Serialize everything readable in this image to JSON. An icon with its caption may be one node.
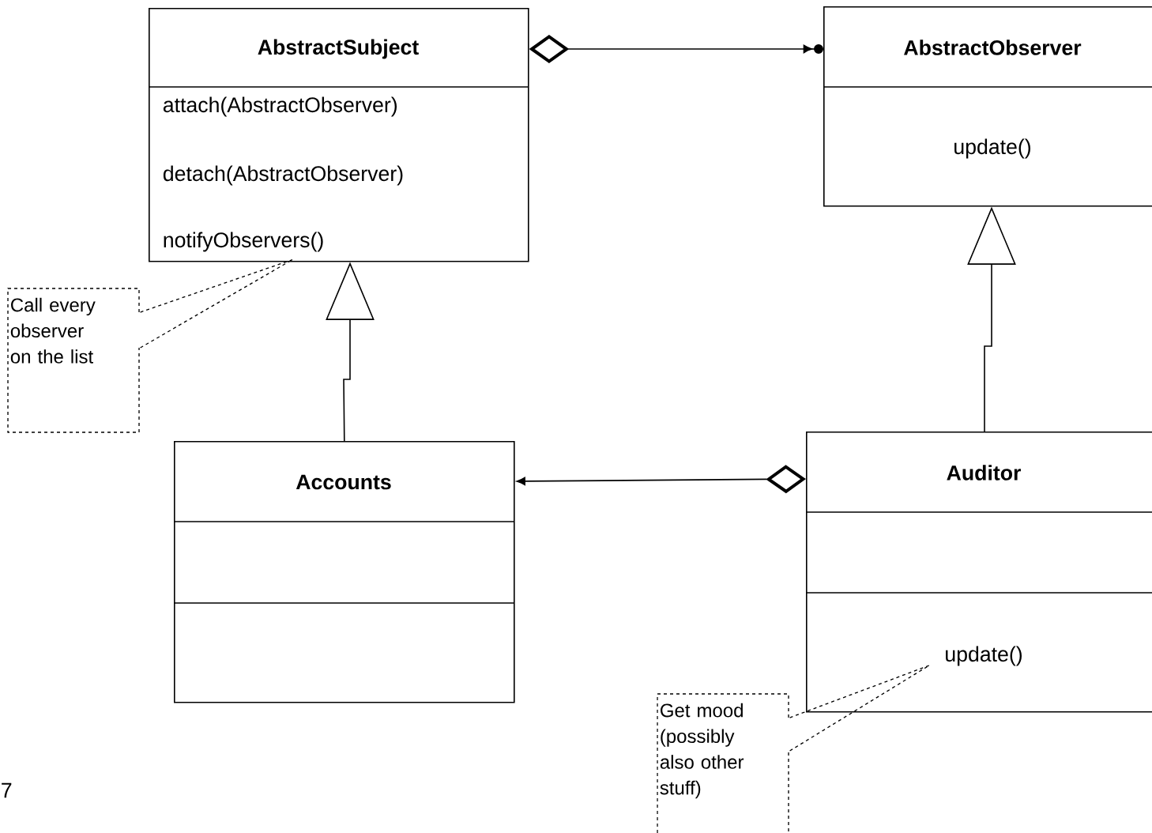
{
  "diagram": {
    "nodes": [
      {
        "text": [
          "AbstractSubject",
          "attach(AbstractObserver)",
          "detach(AbstractObserver)",
          "notifyObservers()"
        ]
      },
      {
        "text": [
          "AbstractObserver",
          "update()"
        ]
      },
      {
        "text": [
          "Accounts"
        ]
      },
      {
        "text": [
          "Auditor",
          "update()"
        ]
      },
      {
        "text": [
          "Call every observer on the list"
        ]
      },
      {
        "text": [
          "Get mood (possibly also other stuff)"
        ]
      }
    ],
    "edges": [
      {
        "from": 0,
        "to": 1,
        "arrow": "to"
      },
      {
        "from": 2,
        "to": 0,
        "arrow": "to"
      },
      {
        "from": 3,
        "to": 1,
        "arrow": "to"
      },
      {
        "from": 3,
        "to": 2,
        "arrow": "to"
      },
      {
        "from": 4,
        "to": 0,
        "arrow": "none",
        "style": "dashed"
      },
      {
        "from": 5,
        "to": 3,
        "arrow": "none",
        "style": "dashed"
      }
    ],
    "labels": [
      "7"
    ]
  }
}
